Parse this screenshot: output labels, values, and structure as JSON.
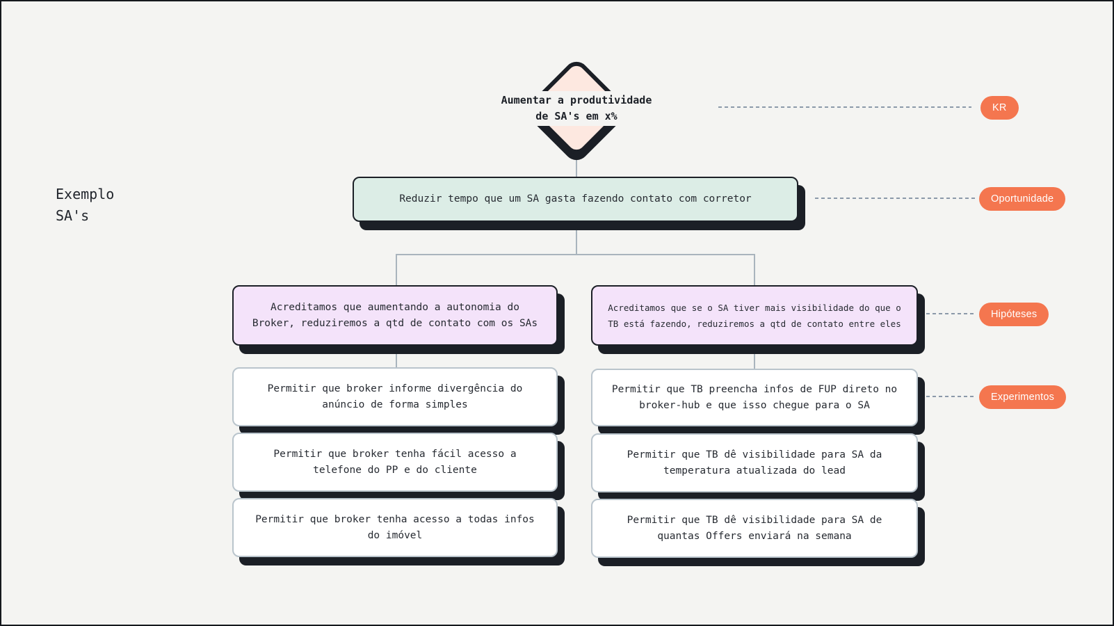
{
  "canvas": {
    "background": "#f4f4f2",
    "side_label": {
      "line1": "Exemplo",
      "line2": "SA's"
    }
  },
  "legend": {
    "badge_color": "#f4764f",
    "badge_text_color": "#ffffff",
    "kr_label": "KR",
    "opportunity_label": "Oportunidade",
    "hypotheses_label": "Hipóteses",
    "experiments_label": "Experimentos"
  },
  "nodes": {
    "kr": {
      "line1": "Aumentar a produtividade",
      "line2": "de SA's em x%",
      "fill": "#fde8e0"
    },
    "opportunity": {
      "text": "Reduzir tempo que um SA gasta fazendo contato com corretor",
      "fill": "#dcede6"
    },
    "hypotheses": [
      {
        "text": "Acreditamos que aumentando a autonomia do Broker, reduziremos a qtd de contato com os SAs",
        "fill": "#f4e3fa"
      },
      {
        "text": "Acreditamos que se o SA tiver mais visibilidade do que o TB está fazendo, reduziremos a qtd de contato entre eles",
        "fill": "#f4e3fa"
      }
    ],
    "experiments_left": [
      {
        "text": "Permitir que broker informe divergência do anúncio de forma simples",
        "fill": "#ffffff"
      },
      {
        "text": "Permitir que broker tenha fácil acesso a telefone do PP e do cliente",
        "fill": "#ffffff"
      },
      {
        "text": "Permitir que broker tenha acesso a todas infos do imóvel",
        "fill": "#ffffff"
      }
    ],
    "experiments_right": [
      {
        "text": "Permitir que TB preencha infos de FUP direto no broker-hub e que isso chegue para o SA",
        "fill": "#ffffff"
      },
      {
        "text": "Permitir que TB dê visibilidade para SA da temperatura atualizada do lead",
        "fill": "#ffffff"
      },
      {
        "text": "Permitir que TB dê visibilidade para SA de quantas Offers enviará na semana",
        "fill": "#ffffff"
      }
    ]
  },
  "colors": {
    "ink": "#1b1f26",
    "connector_line": "#a9b4bd",
    "dashed_line": "#8b99a9",
    "experiment_border": "#b9c4cc"
  }
}
